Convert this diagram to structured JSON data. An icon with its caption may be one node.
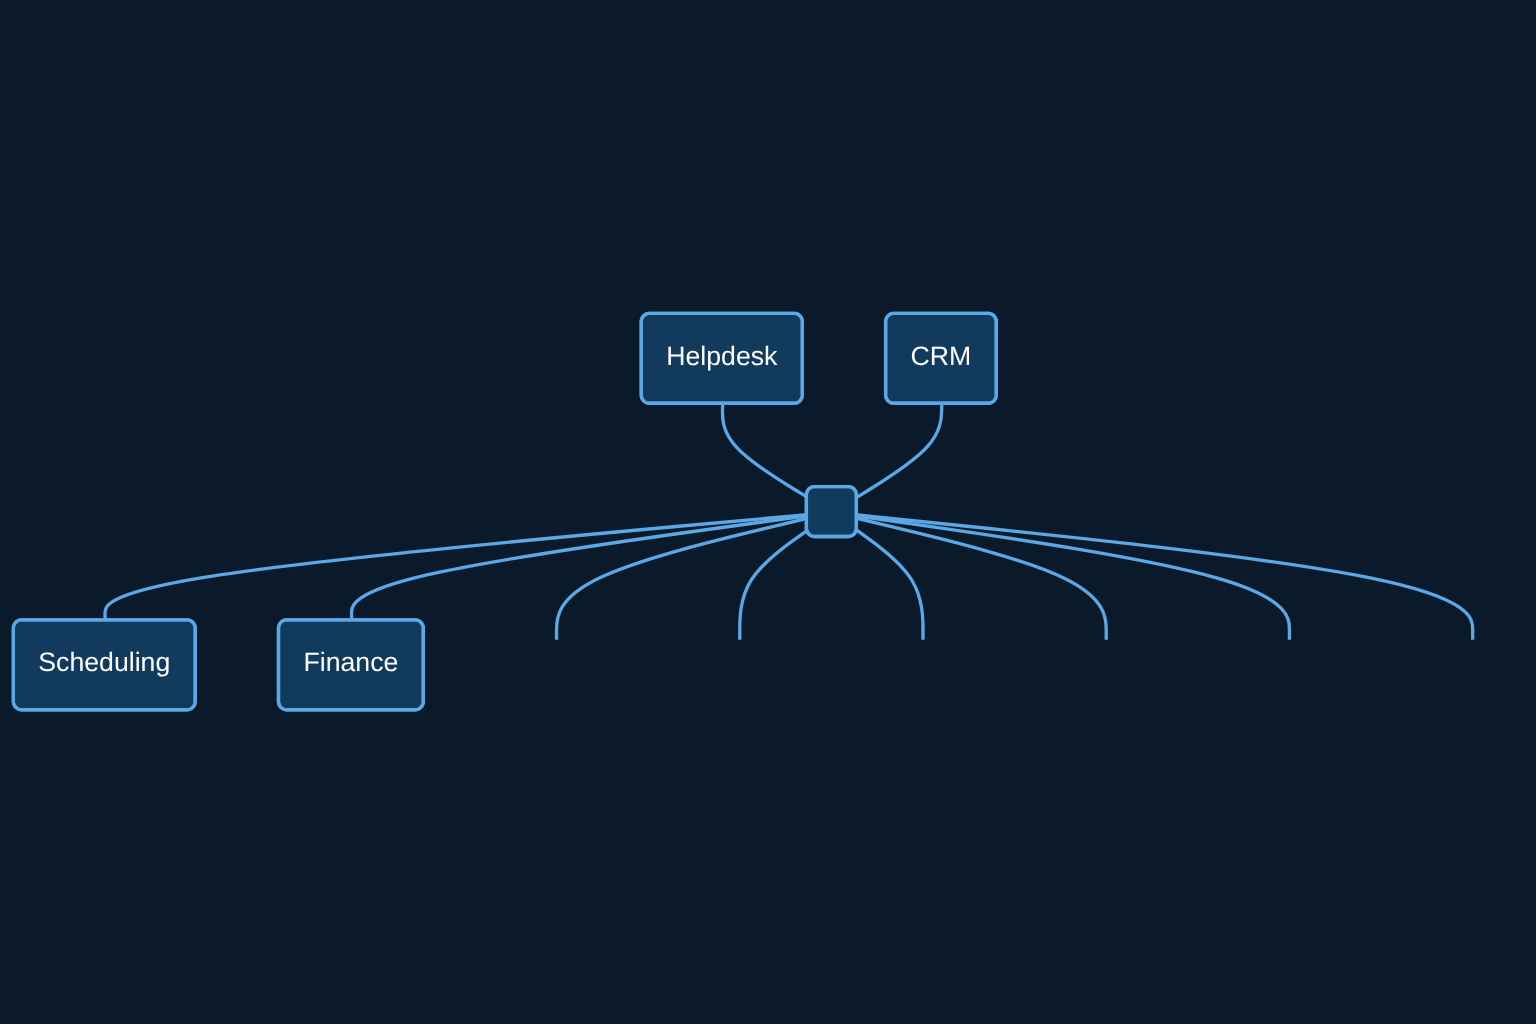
{
  "diagram": {
    "nodes": [
      {
        "text": [
          "Helpdesk"
        ]
      },
      {
        "text": [
          "CRM"
        ]
      },
      {
        "text": [],
        "shape": "box"
      },
      {
        "text": [
          "Scheduling"
        ]
      },
      {
        "text": [
          "Finance"
        ]
      }
    ],
    "edges": [
      {
        "from": 0,
        "to": 2,
        "arrow": "none"
      },
      {
        "from": 1,
        "to": 2,
        "arrow": "none"
      },
      {
        "from": 2,
        "to": 3,
        "arrow": "none"
      },
      {
        "from": 2,
        "to": 4,
        "arrow": "none"
      },
      {
        "from": 2,
        "to": null,
        "arrow": "none"
      },
      {
        "from": 2,
        "to": null,
        "arrow": "none"
      },
      {
        "from": 2,
        "to": null,
        "arrow": "none"
      },
      {
        "from": 2,
        "to": null,
        "arrow": "none"
      },
      {
        "from": 2,
        "to": null,
        "arrow": "none"
      },
      {
        "from": 2,
        "to": null,
        "arrow": "none"
      }
    ]
  }
}
